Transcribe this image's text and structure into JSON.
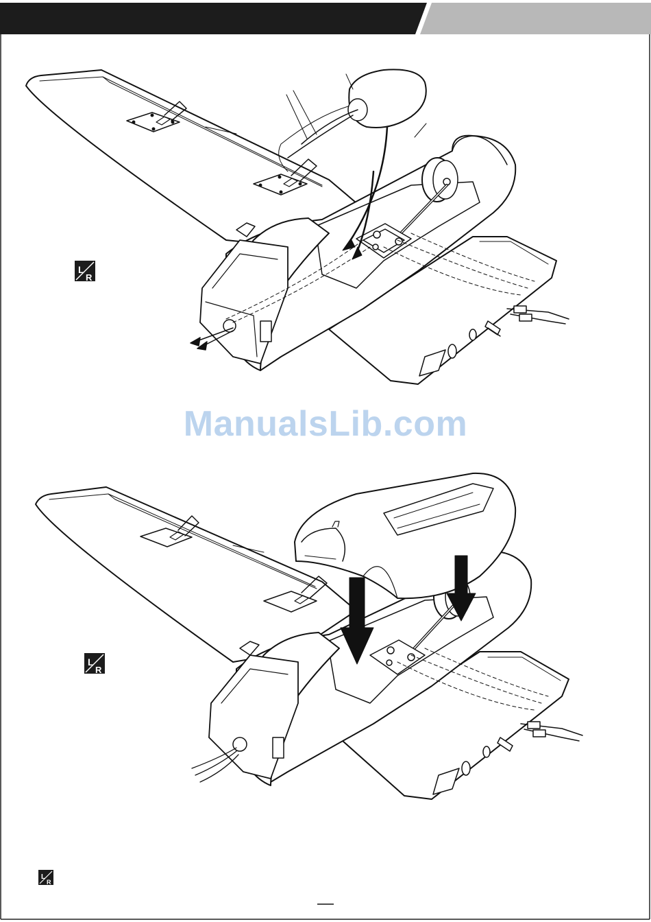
{
  "header": {
    "dark_color": "#1c1c1c",
    "light_color": "#b8b8b8"
  },
  "watermark": {
    "text": "ManualsLib.com",
    "color": "#bcd4ee"
  },
  "figure_top": {
    "step_badge_icon": "left-right-symmetry-icon",
    "badge_letters": [
      "L",
      "R"
    ],
    "arrow_count": 2
  },
  "figure_bottom": {
    "step_badge_icon": "left-right-symmetry-icon",
    "badge_letters": [
      "L",
      "R"
    ],
    "arrow_count": 2
  },
  "footer": {
    "note_icon": "left-right-symmetry-icon",
    "note_letters": [
      "L",
      "R"
    ],
    "page_number": ""
  }
}
